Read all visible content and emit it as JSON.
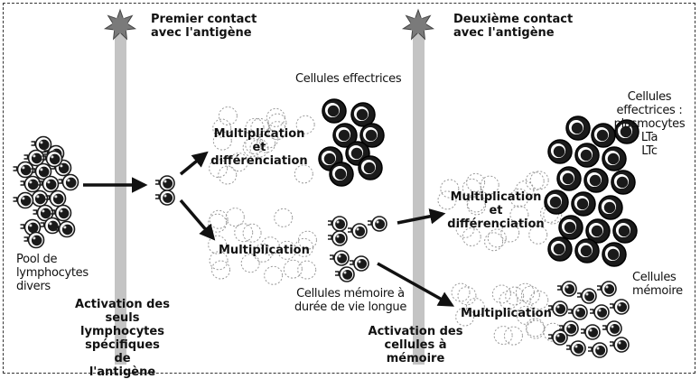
{
  "labels": {
    "first_contact": "Premier contact\navec l'antigène",
    "second_contact": "Deuxième contact\navec l'antigène",
    "effector_cells": "Cellules effectrices",
    "effector_cells_right": "Cellules\neffectrices :\nplasmocytes\nLTa\nLTc",
    "mult_diff_1": "Multiplication\net\ndifférenciation",
    "mult_diff_2": "Multiplication\net\ndifférenciation",
    "multiplication_1": "Multiplication",
    "multiplication_2": "Multiplication",
    "pool": "Pool de\nlymphocytes\ndivers",
    "activation_specific": "Activation des\nseuls\nlymphocytes\nspécifiques de\nl'antigène",
    "memory_long": "Cellules mémoire à\ndurée de vie longue",
    "activation_memory": "Activation des\ncellules à\nmémoire",
    "memory_cells": "Cellules\nmémoire"
  },
  "colors": {
    "bar": "#c4c4c4",
    "antigen": "#7a7a7a",
    "cell_dark": "#1a1a1a",
    "dashed": "#999999"
  },
  "icons": {
    "antigen": "antigen-star-icon",
    "arrow": "arrow-icon"
  }
}
